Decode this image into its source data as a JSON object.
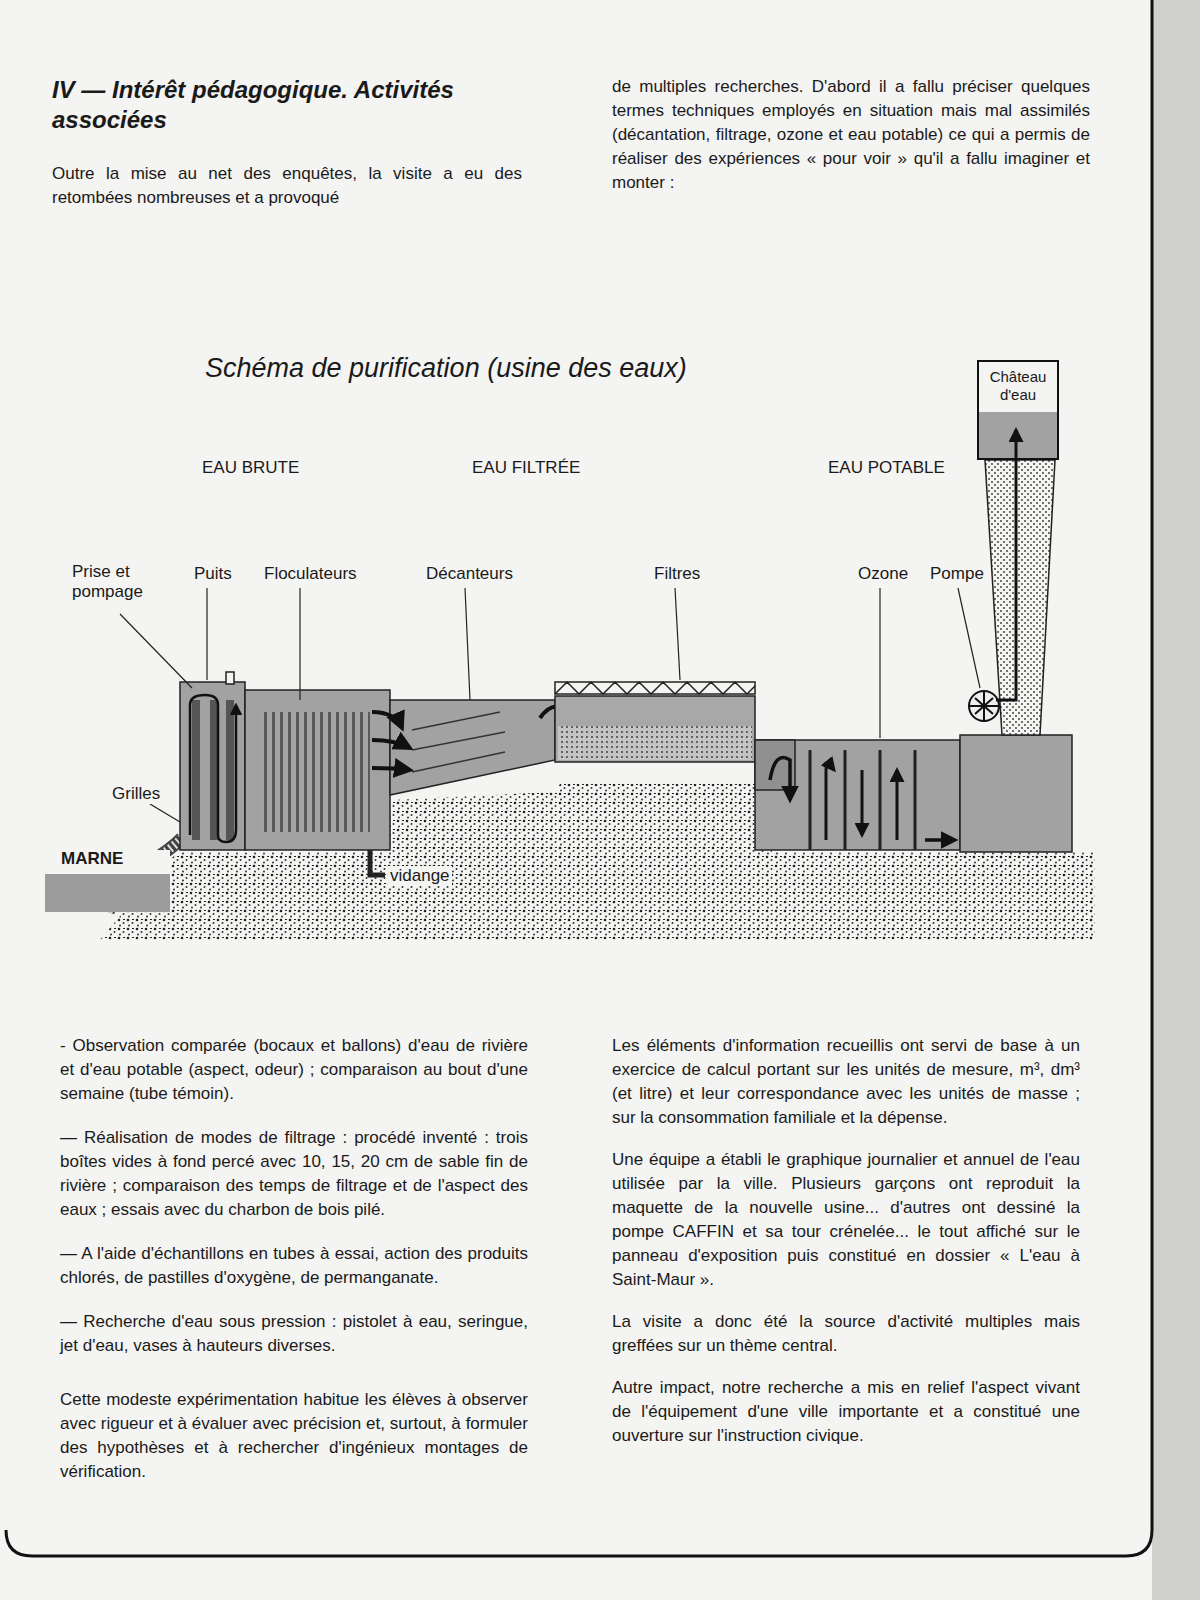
{
  "diagram": {
    "title": "Schéma de purification (usine des eaux)",
    "nodes": [
      {
        "text": [
          "Château d'eau"
        ]
      },
      {
        "text": [
          "MARNE"
        ]
      }
    ],
    "labels": [
      "IV — Intérêt pédagogique. Activités associées",
      "Outre la mise au net des enquêtes, la visite a eu des retombées nombreuses et a provoqué",
      "de multiples recherches. D'abord il a fallu préciser quelques termes techniques employés en situation mais mal assimilés (décantation, filtrage, ozone et eau potable) ce qui a permis de réaliser des expériences « pour voir » qu'il a fallu imaginer et monter :",
      "EAU BRUTE",
      "EAU FILTRÉE",
      "EAU POTABLE",
      "Prise et pompage",
      "Puits",
      "Floculateurs",
      "Décanteurs",
      "Filtres",
      "Ozone",
      "Pompe",
      "Grilles",
      "vidange",
      "- Observation comparée (bocaux et ballons) d'eau de rivière et d'eau potable (aspect, odeur) ; comparaison au bout d'une semaine (tube témoin).",
      "— Réalisation de modes de filtrage : procédé inventé : trois boîtes vides à fond percé avec 10, 15, 20 cm de sable fin de rivière ; comparaison des temps de filtrage et de l'aspect des eaux ; essais avec du charbon de bois pilé.",
      "— A l'aide d'échantillons en tubes à essai, action des produits chlorés, de pastilles d'oxygène, de permanganate.",
      "— Recherche d'eau sous pression : pistolet à eau, seringue, jet d'eau, vases à hauteurs diverses.",
      "Cette modeste expérimentation habitue les élèves à observer avec rigueur et à évaluer avec précision et, surtout, à formuler des hypothèses et à rechercher d'ingénieux montages de vérification.",
      "Les éléments d'information recueillis ont servi de base à un exercice de calcul portant sur les unités de mesure, m³, dm³ (et litre) et leur correspondance avec les unités de masse ; sur la consommation familiale et la dépense.",
      "Une équipe a établi le graphique journalier et annuel de l'eau utilisée par la ville. Plusieurs garçons ont reproduit la maquette de la nouvelle usine... d'autres ont dessiné la pompe CAFFIN et sa tour crénelée... le tout affiché sur le panneau d'exposition puis constitué en dossier « L'eau à Saint-Maur ».",
      "La visite a donc été la source d'activité multiples mais greffées sur un thème central.",
      "Autre impact, notre recherche a mis en relief l'aspect vivant de l'équipement d'une ville importante et a constitué une ouverture sur l'instruction civique."
    ]
  }
}
